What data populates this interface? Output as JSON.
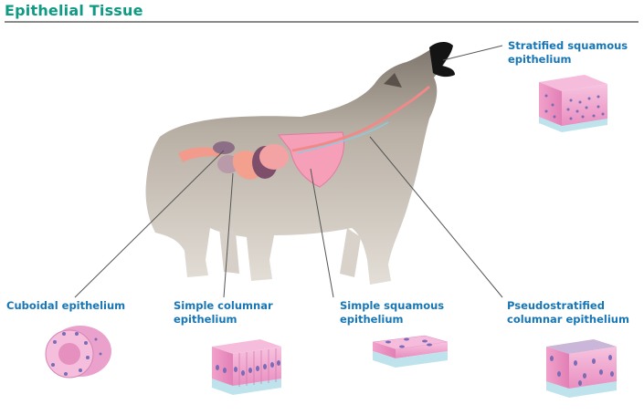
{
  "header": {
    "title": "Epithelial Tissue"
  },
  "labels": {
    "stratified_squamous": {
      "line1": "Stratified squamous",
      "line2": "epithelium"
    },
    "cuboidal": {
      "line1": "Cuboidal epithelium"
    },
    "simple_columnar": {
      "line1": "Simple columnar",
      "line2": "epithelium"
    },
    "simple_squamous": {
      "line1": "Simple squamous",
      "line2": "epithelium"
    },
    "pseudostratified": {
      "line1": "Pseudostratified",
      "line2": "columnar epithelium"
    }
  },
  "colors": {
    "title": "#0f9a84",
    "label": "#1776b6",
    "rule": "#8a8a8a",
    "cell_pink": "#f2a6cf",
    "nucleus": "#7a6bb5",
    "basement": "#bfe3ec"
  }
}
